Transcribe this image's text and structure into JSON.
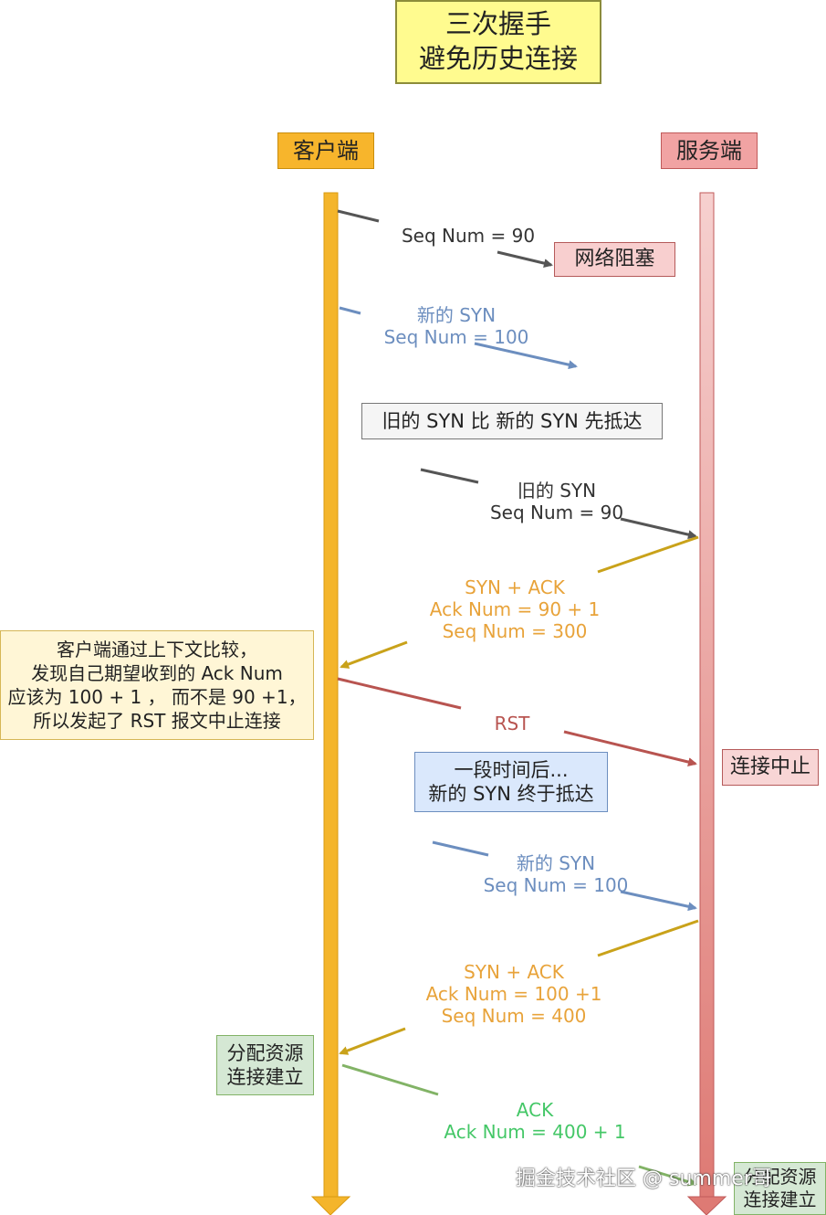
{
  "title": {
    "line1": "三次握手",
    "line2": "避免历史连接"
  },
  "lanes": {
    "client": "客户端",
    "server": "服务端"
  },
  "colors": {
    "client_lane": "#f7b52c",
    "server_lane": "#e8908c",
    "gray": "#555555",
    "blue": "#6c8ebf",
    "orange": "#e8a33a",
    "red": "#b85450",
    "green": "#82b366"
  },
  "messages": {
    "old_syn_sent": {
      "line1": "Seq Num = 90"
    },
    "network_block": "网络阻塞",
    "new_syn_sent": {
      "line1": "新的 SYN",
      "line2": "Seq Num = 100"
    },
    "note_old_first": "旧的 SYN 比 新的 SYN 先抵达",
    "old_syn_arrive": {
      "line1": "旧的 SYN",
      "line2": "Seq Num = 90"
    },
    "synack1": {
      "line1": "SYN + ACK",
      "line2": "Ack Num =  90 + 1",
      "line3": "Seq Num = 300"
    },
    "client_note": {
      "line1": "客户端通过上下文比较，",
      "line2": "发现自己期望收到的 Ack Num",
      "line3": "应该为 100 + 1 ， 而不是 90 +1，",
      "line4": "所以发起了 RST 报文中止连接"
    },
    "rst": "RST",
    "abort": "连接中止",
    "later_note": {
      "line1": "一段时间后...",
      "line2": "新的 SYN 终于抵达"
    },
    "new_syn_arrive": {
      "line1": "新的 SYN",
      "line2": "Seq Num = 100"
    },
    "synack2": {
      "line1": "SYN + ACK",
      "line2": "Ack Num =  100 +1",
      "line3": "Seq Num = 400"
    },
    "alloc_client": {
      "line1": "分配资源",
      "line2": "连接建立"
    },
    "ack": {
      "line1": "ACK",
      "line2": "Ack Num = 400 + 1"
    },
    "alloc_server": {
      "line1": "分配资源",
      "line2": "连接建立"
    }
  },
  "watermark": "掘金技术社区 @ summer哥"
}
